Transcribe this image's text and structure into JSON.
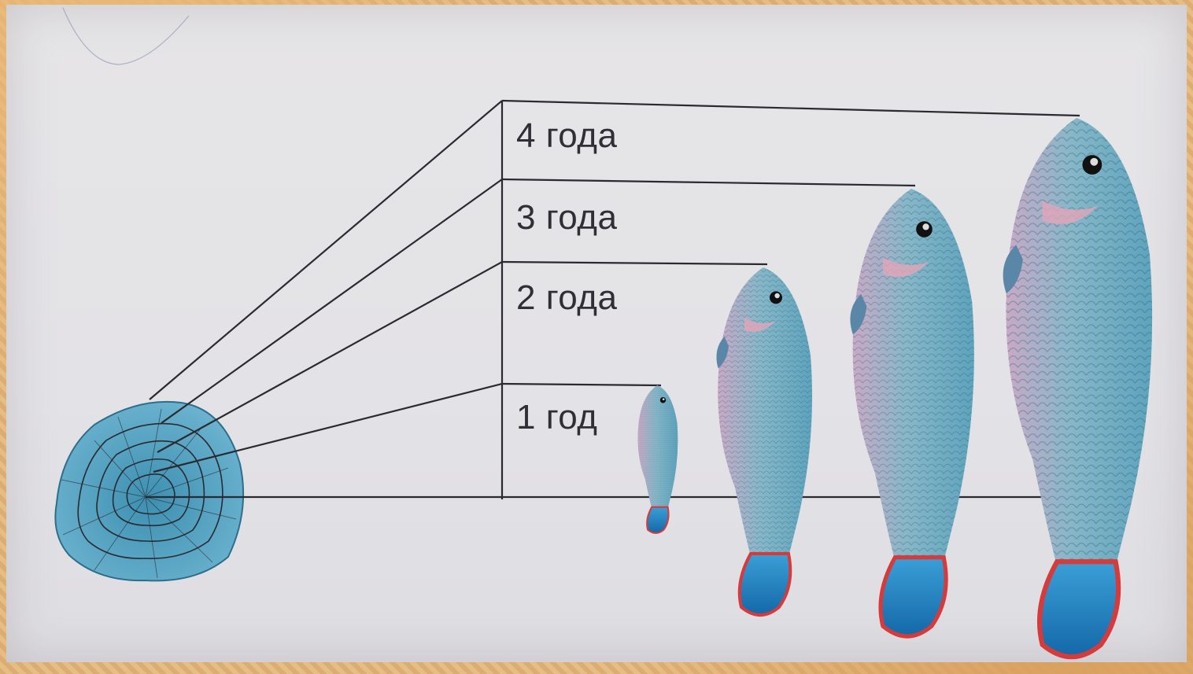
{
  "labels": {
    "age4": "4 года",
    "age3": "3 года",
    "age2": "2 года",
    "age1": "1 год"
  },
  "colors": {
    "scale_fill": "#4fa3c4",
    "scale_ring": "#2a2a30",
    "line": "#2a2a30",
    "fish_body": "#7fb5c9",
    "fish_tail": "#1f86c8",
    "fish_tail_edge": "#d63a3a",
    "fish_head": "#d9a7c3"
  },
  "icons": [
    "fish-scale-icon",
    "fish-icon"
  ]
}
